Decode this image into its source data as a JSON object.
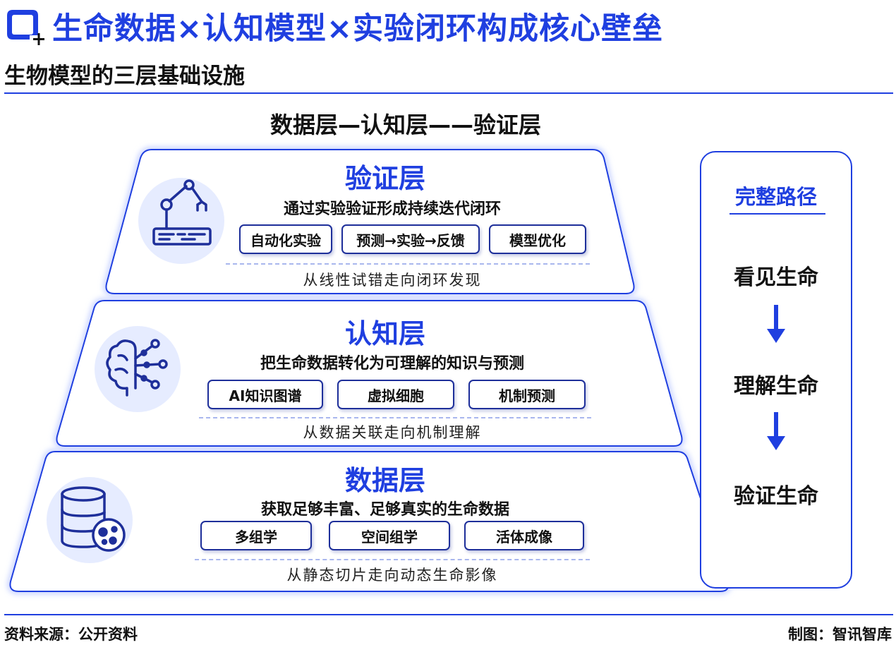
{
  "header": {
    "title": "生命数据×认知模型×实验闭环构成核心壁垒",
    "subtitle": "生物模型的三层基础设施"
  },
  "diagram": {
    "title": "数据层—认知层——验证层",
    "layers": [
      {
        "title": "验证层",
        "description": "通过实验验证形成持续迭代闭环",
        "chips": [
          "自动化实验",
          "预测→实验→反馈",
          "模型优化"
        ],
        "footer": "从线性试错走向闭环发现",
        "icon": "robot-arm-icon"
      },
      {
        "title": "认知层",
        "description": "把生命数据转化为可理解的知识与预测",
        "chips": [
          "AI知识图谱",
          "虚拟细胞",
          "机制预测"
        ],
        "footer": "从数据关联走向机制理解",
        "icon": "brain-network-icon"
      },
      {
        "title": "数据层",
        "description": "获取足够丰富、足够真实的生命数据",
        "chips": [
          "多组学",
          "空间组学",
          "活体成像"
        ],
        "footer": "从静态切片走向动态生命影像",
        "icon": "database-cell-icon"
      }
    ]
  },
  "path": {
    "title": "完整路径",
    "steps": [
      "看见生命",
      "理解生命",
      "验证生命"
    ]
  },
  "footer": {
    "source": "资料来源：公开资料",
    "credit": "制图：智讯智库"
  },
  "colors": {
    "accent": "#1f3fe0",
    "chip_border": "#1e2f9a",
    "icon_bg": "#e6ecff"
  }
}
